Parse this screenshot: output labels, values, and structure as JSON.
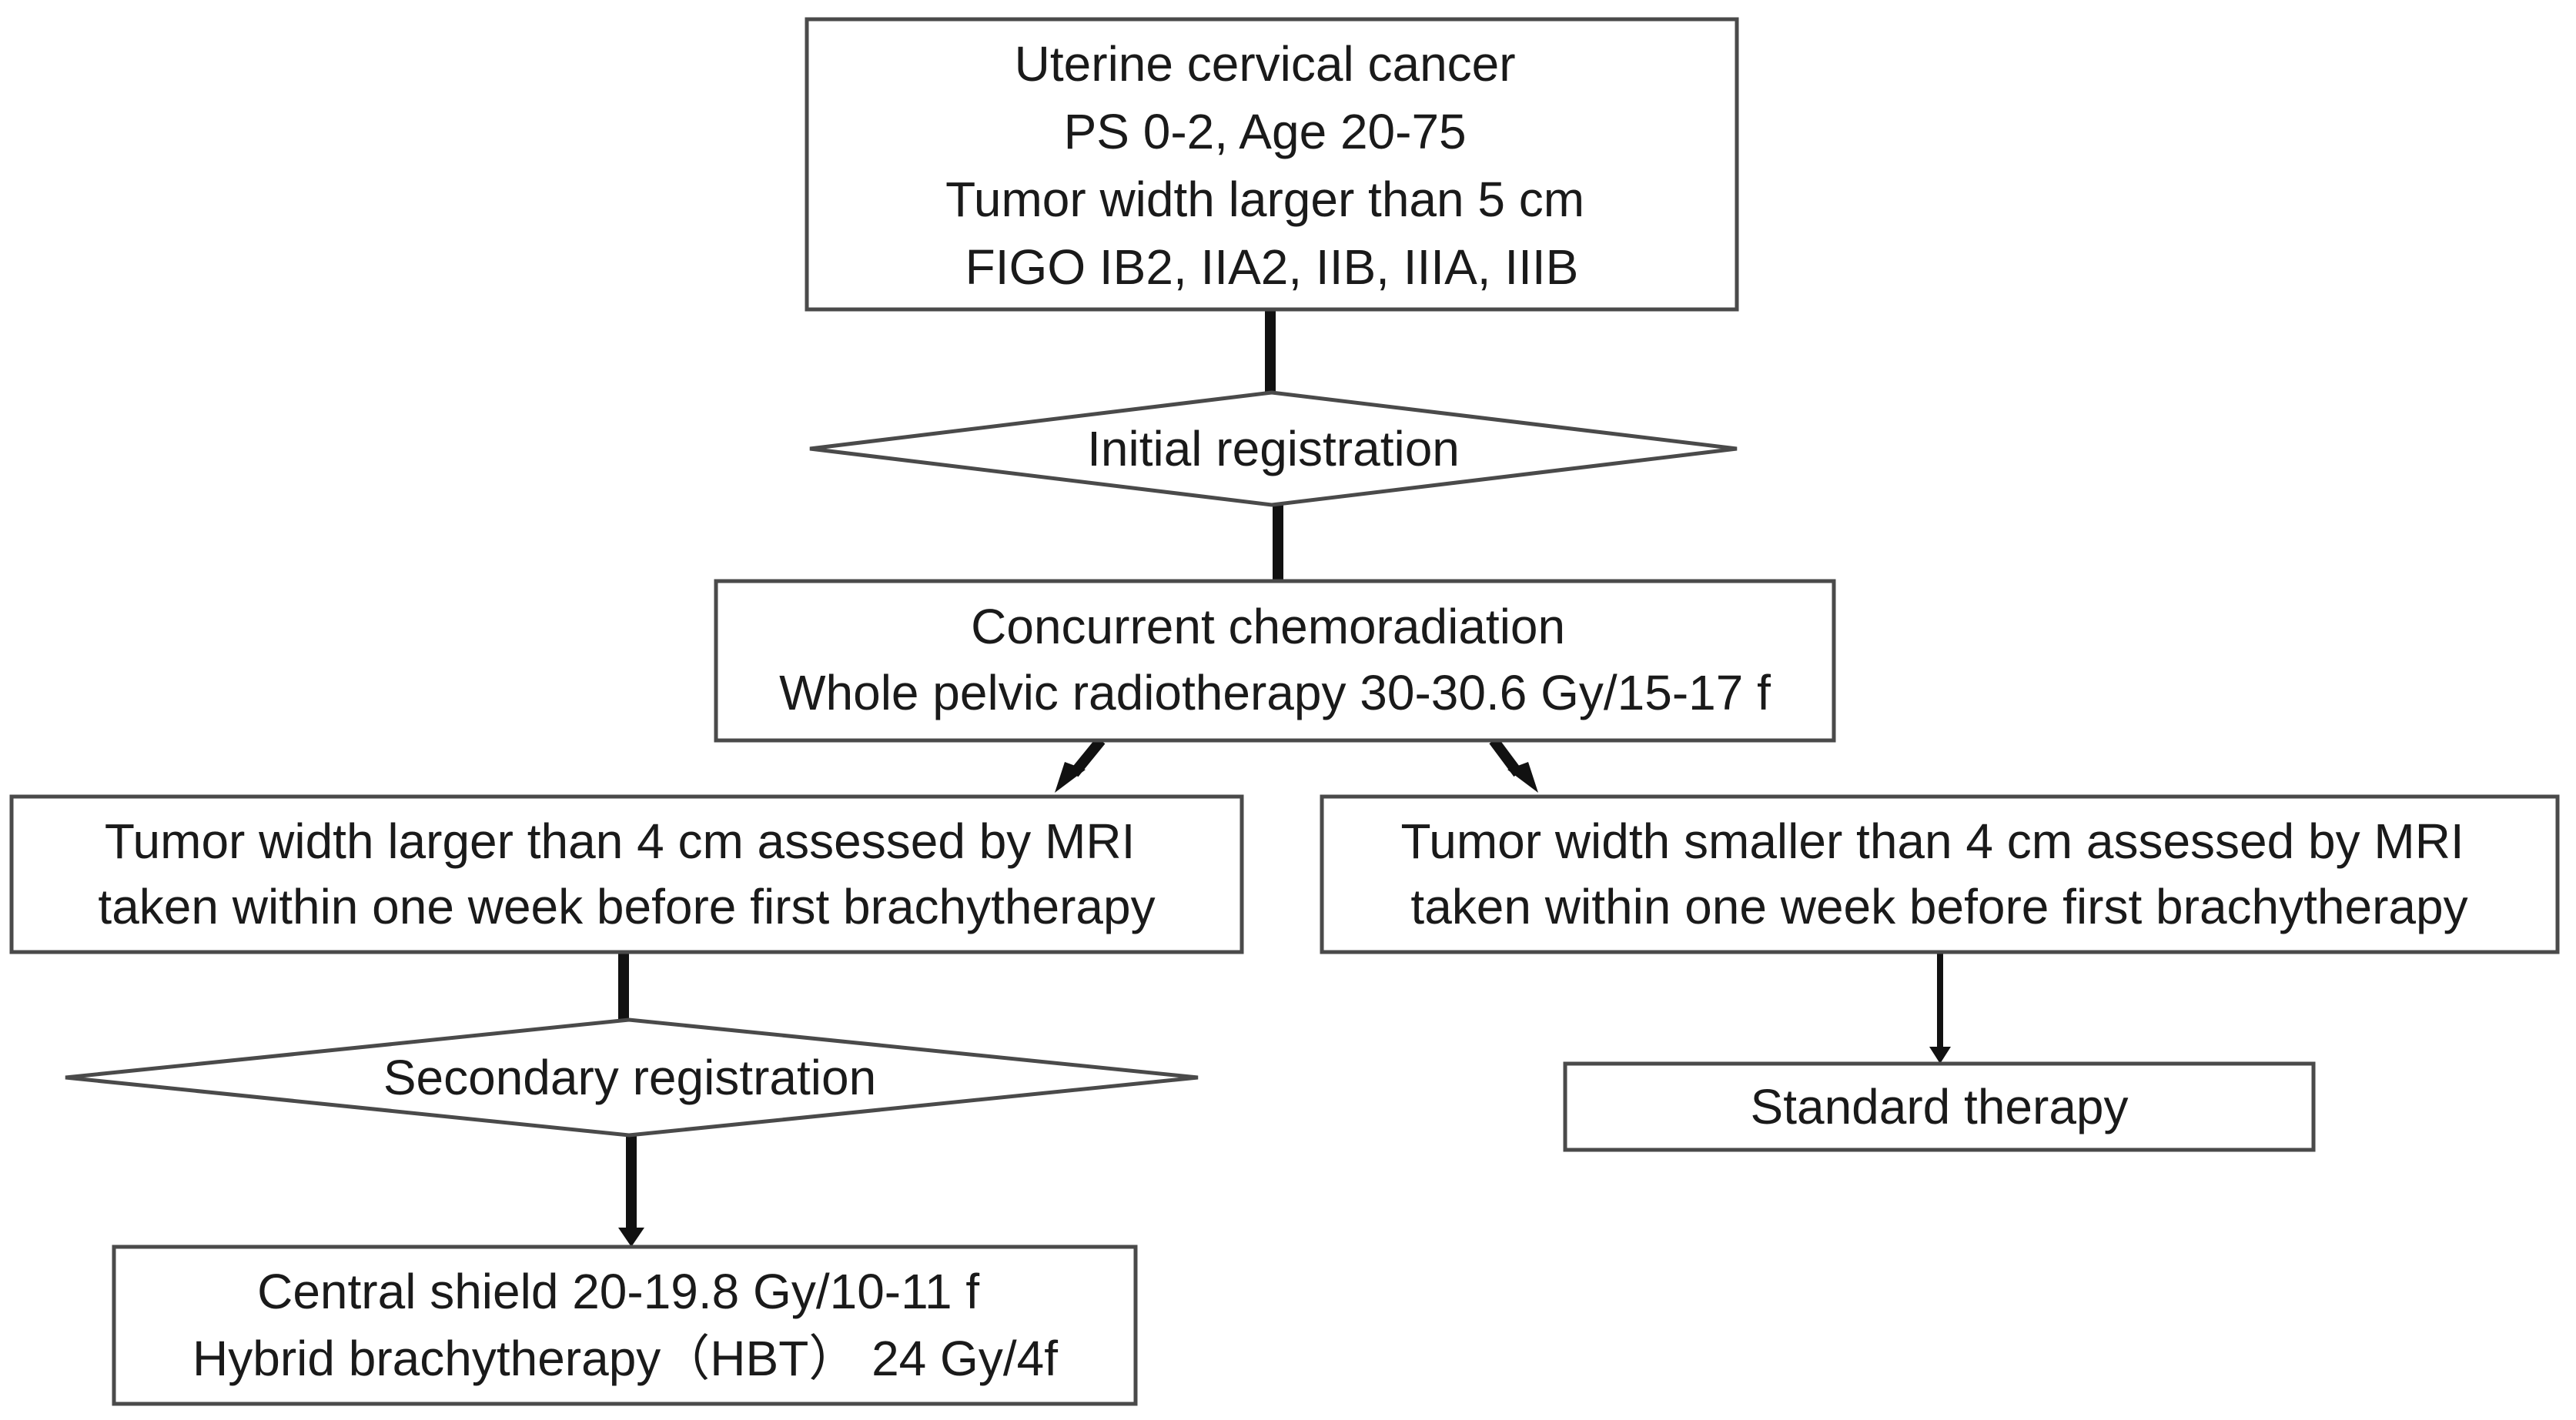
{
  "nodes": {
    "eligibility": {
      "lines": [
        "Uterine cervical cancer",
        "PS 0-2, Age 20-75",
        "Tumor width larger than 5 cm",
        "FIGO IB2, IIA2, IIB, IIIA, IIIB"
      ]
    },
    "initial_registration": {
      "label": "Initial registration"
    },
    "ccrt": {
      "lines": [
        "Concurrent chemoradiation",
        "Whole pelvic radiotherapy 30-30.6 Gy/15-17 f"
      ]
    },
    "large_tumor": {
      "lines": [
        "Tumor width larger than 4 cm assessed by MRI",
        "taken within one week before first brachytherapy"
      ]
    },
    "small_tumor": {
      "lines": [
        "Tumor width smaller than 4 cm assessed by MRI",
        "taken within one week before first brachytherapy"
      ]
    },
    "secondary_registration": {
      "label": "Secondary registration"
    },
    "standard_therapy": {
      "label": "Standard therapy"
    },
    "hbt": {
      "lines": [
        "Central shield   20-19.8 Gy/10-11 f",
        "Hybrid brachytherapy（HBT） 24 Gy/4f"
      ]
    }
  }
}
